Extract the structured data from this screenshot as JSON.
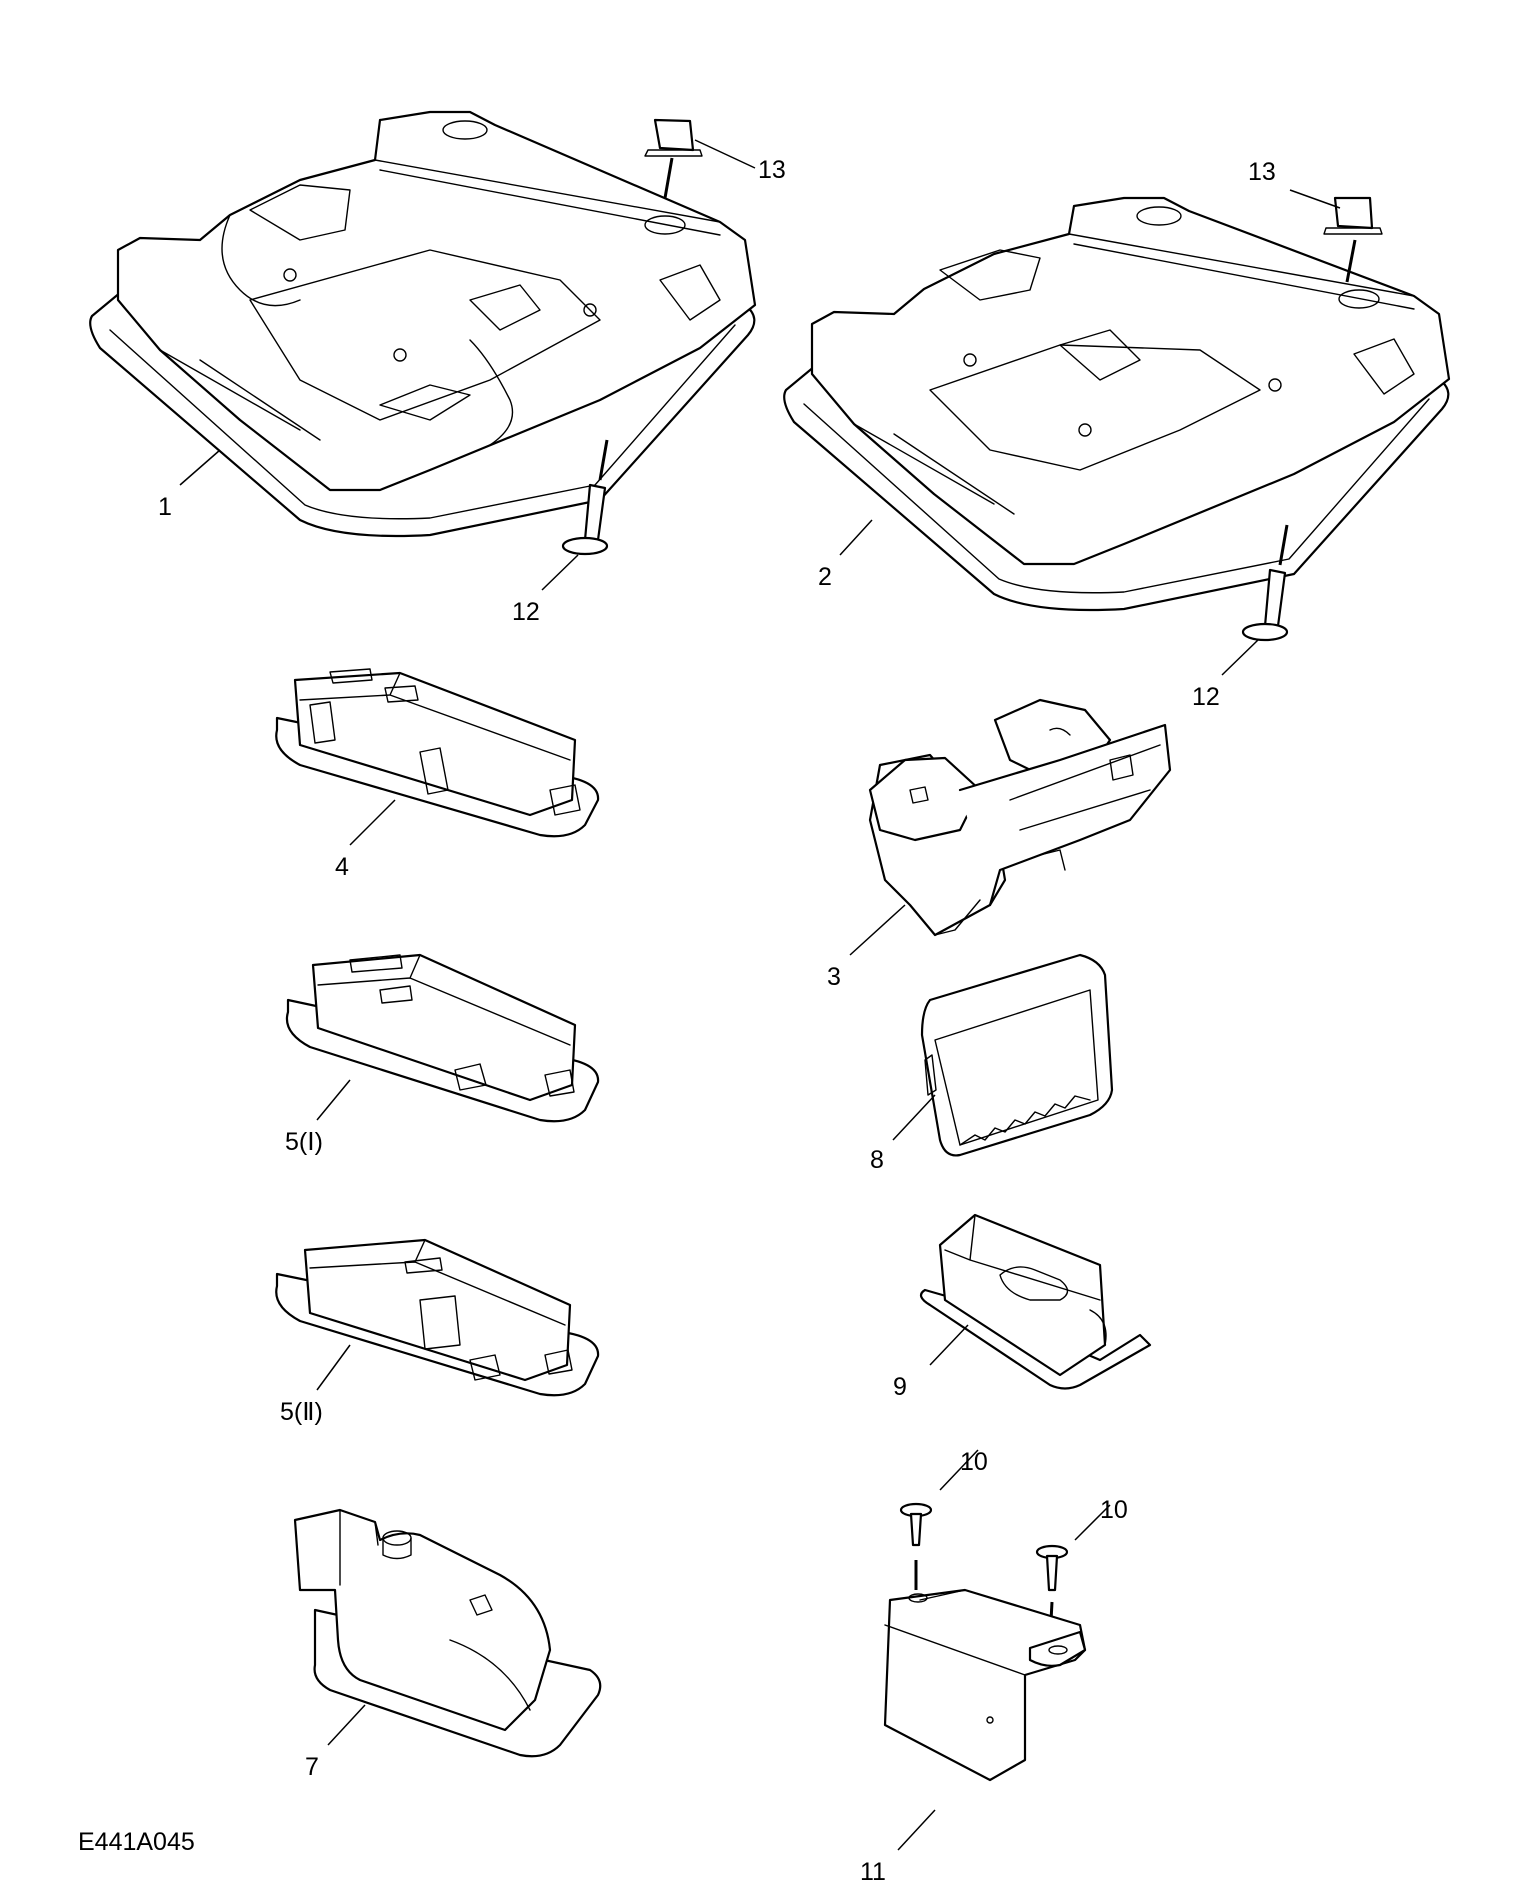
{
  "figure": {
    "code": "E441A045",
    "callouts": [
      "1",
      "2",
      "3",
      "4",
      "5(Ⅰ)",
      "5(Ⅱ)",
      "7",
      "8",
      "9",
      "10",
      "10",
      "11",
      "12",
      "12",
      "13",
      "13"
    ]
  },
  "parts": [
    {
      "id": "1",
      "label": "1"
    },
    {
      "id": "2",
      "label": "2"
    },
    {
      "id": "3",
      "label": "3"
    },
    {
      "id": "4",
      "label": "4"
    },
    {
      "id": "5-i",
      "label": "5(Ⅰ)"
    },
    {
      "id": "5-ii",
      "label": "5(Ⅱ)"
    },
    {
      "id": "7",
      "label": "7"
    },
    {
      "id": "8",
      "label": "8"
    },
    {
      "id": "9",
      "label": "9"
    },
    {
      "id": "10",
      "label": "10"
    },
    {
      "id": "11",
      "label": "11"
    },
    {
      "id": "12",
      "label": "12"
    },
    {
      "id": "13",
      "label": "13"
    }
  ]
}
